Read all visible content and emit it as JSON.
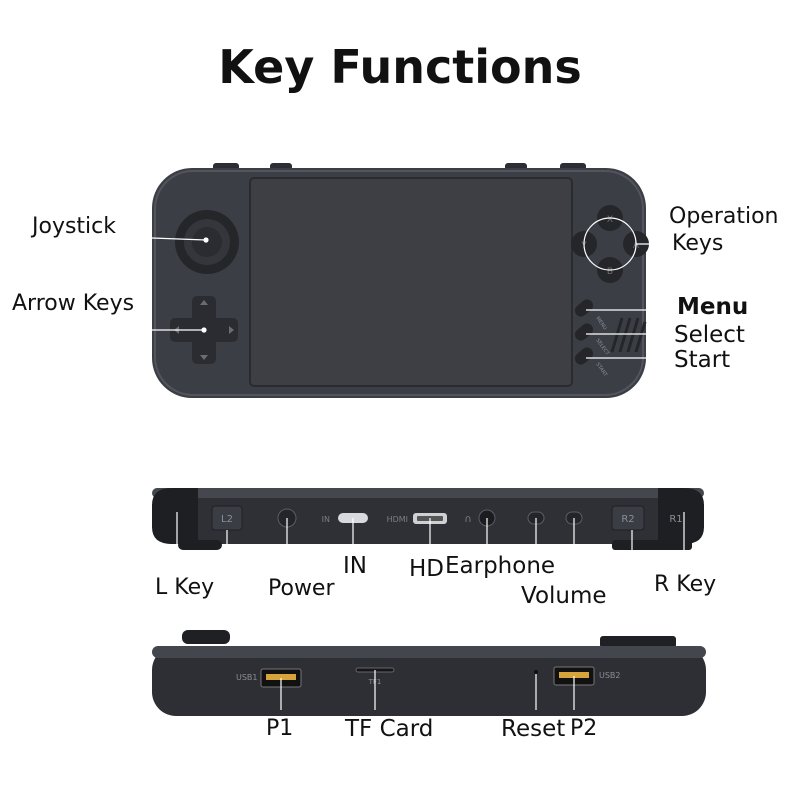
{
  "title": "Key Functions",
  "colors": {
    "device_body": "#3b3e45",
    "device_dark": "#23252a",
    "screen": "#3e3e45",
    "leader": "#ffffff",
    "text": "#111111"
  },
  "front_view": {
    "labels": {
      "joystick": "Joystick",
      "arrow_keys": "Arrow Keys",
      "operation_keys_line1": "Operation",
      "operation_keys_line2": "Keys",
      "menu": "Menu",
      "select": "Select",
      "start": "Start"
    },
    "button_marks": {
      "menu": "MENU",
      "select": "SELECT",
      "start": "START"
    }
  },
  "top_view": {
    "labels": {
      "l_key": "L Key",
      "power": "Power",
      "in": "IN",
      "hd": "HD",
      "earphone": "Earphone",
      "volume": "Volume",
      "r_key": "R Key"
    },
    "printed_marks": {
      "l2": "L2",
      "r2": "R2",
      "r1": "R1",
      "in_port": "IN",
      "hdmi_port": "HDMI"
    }
  },
  "bottom_view": {
    "labels": {
      "p1": "P1",
      "tf_card": "TF Card",
      "reset": "Reset",
      "p2": "P2"
    },
    "printed_marks": {
      "usb1": "USB1",
      "tf": "TF1",
      "usb2": "USB2"
    }
  }
}
